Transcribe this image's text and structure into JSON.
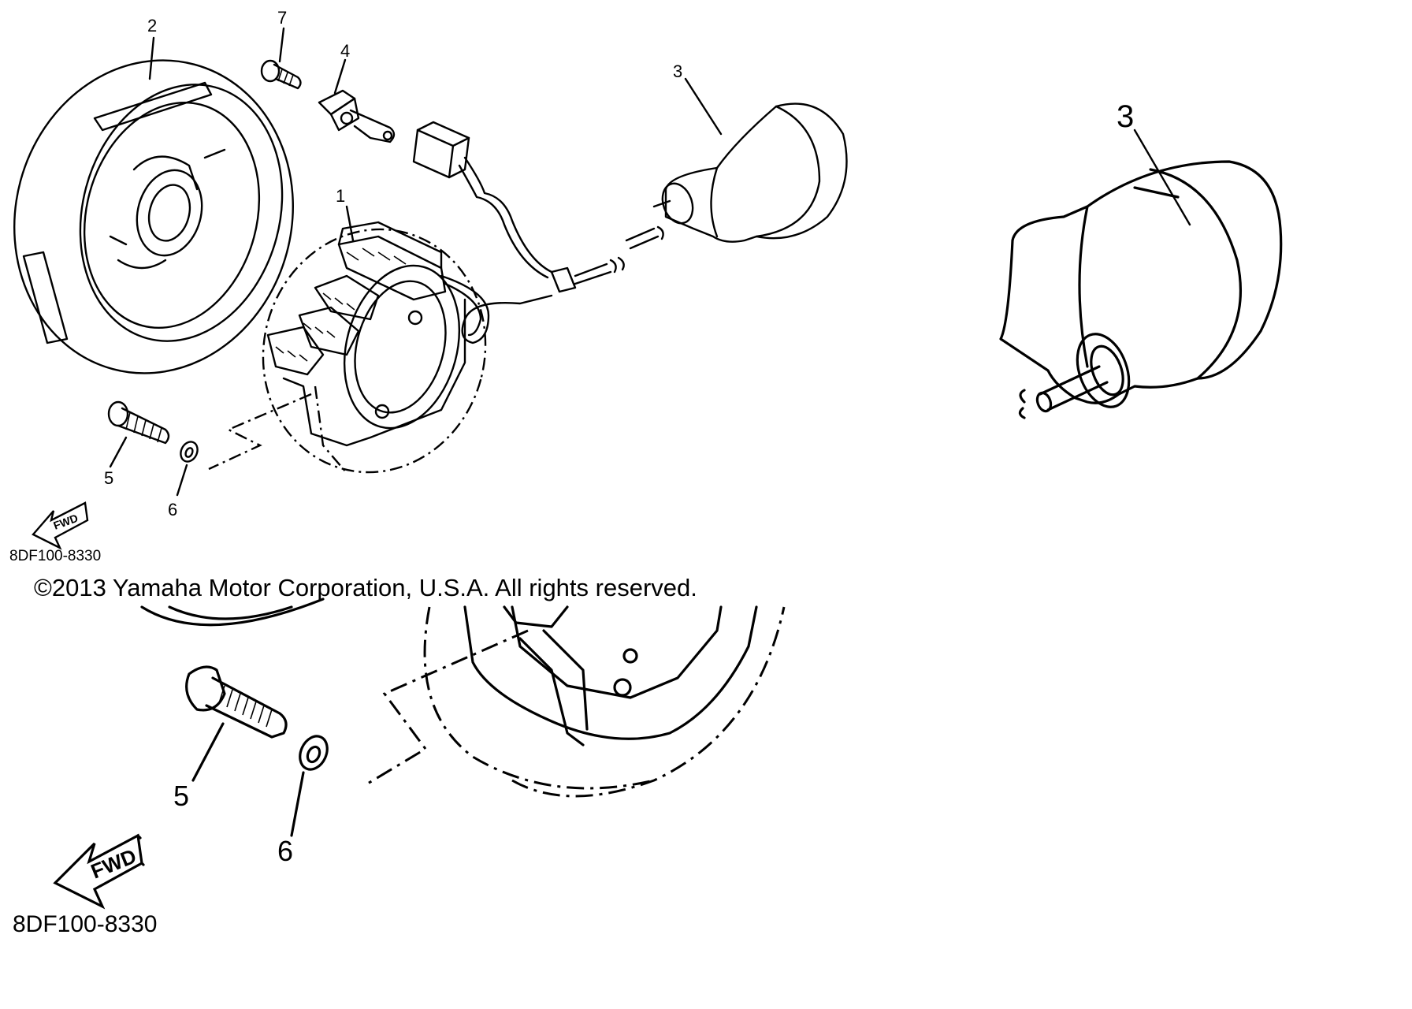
{
  "callouts": {
    "part_1": "1",
    "part_2": "2",
    "part_3": "3",
    "part_4": "4",
    "part_5": "5",
    "part_6": "6",
    "part_7": "7",
    "zoom_part_3": "3",
    "zoom_part_5": "5",
    "zoom_part_6": "6"
  },
  "fwd_label": "FWD",
  "diagram_code": "8DF100-8330",
  "zoom_diagram_code": "8DF100-8330",
  "copyright": "©2013 Yamaha Motor Corporation, U.S.A. All rights reserved.",
  "icons": {
    "forward_arrow": "left-arrow-fwd-icon"
  }
}
